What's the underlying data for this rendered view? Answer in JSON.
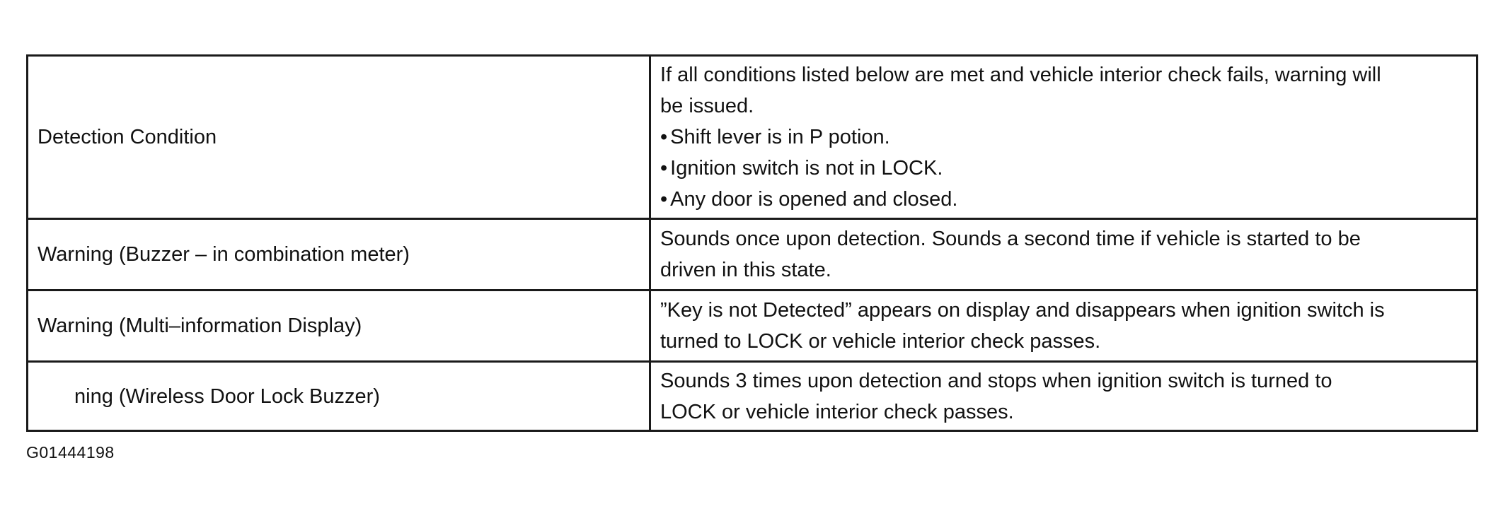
{
  "table": {
    "rows": [
      {
        "label": "Detection Condition",
        "description_lines": [
          "If all conditions listed below are met and vehicle interior check fails, warning will",
          "be issued."
        ],
        "bullets": [
          "Shift lever is in P potion.",
          "Ignition switch is not in LOCK.",
          "Any door is opened and closed."
        ]
      },
      {
        "label": "Warning (Buzzer – in combination meter)",
        "description_lines": [
          "Sounds once upon detection. Sounds a second time if vehicle is started to be",
          "driven in this state."
        ]
      },
      {
        "label": "Warning (Multi–information Display)",
        "description_lines": [
          "”Key is not Detected” appears on display and disappears when ignition switch is",
          "turned to LOCK or vehicle interior check passes."
        ]
      },
      {
        "label": "ning (Wireless Door Lock Buzzer)",
        "description_lines": [
          "Sounds 3 times upon detection and stops when ignition switch is turned to",
          "LOCK or vehicle interior check passes."
        ]
      }
    ],
    "bullet_symbol": "•"
  },
  "figure_id": "G01444198"
}
